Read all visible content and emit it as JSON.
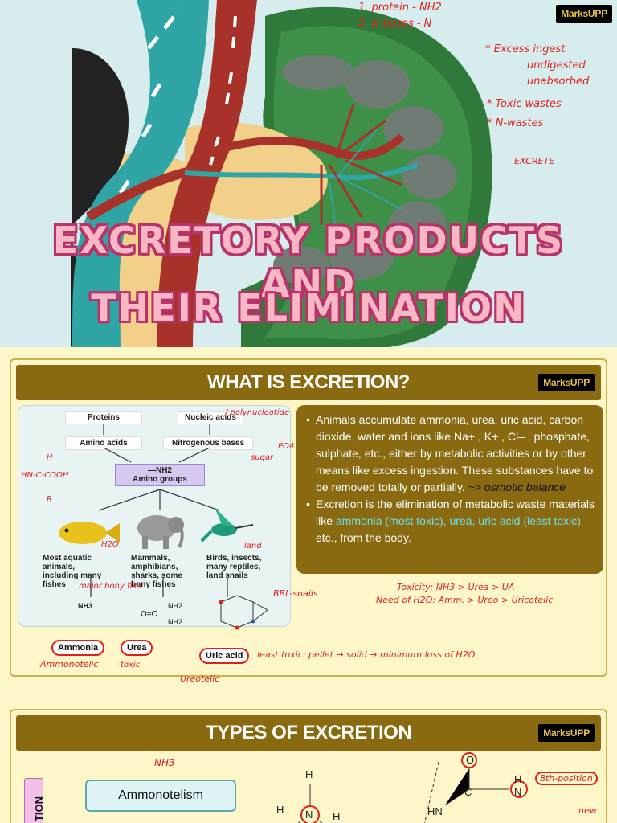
{
  "brand": {
    "logo_text": "MarksUPP"
  },
  "hero": {
    "title_line1": "EXCRETORY PRODUCTS AND",
    "title_line2": "THEIR ELIMINATION",
    "notes": {
      "n1": "1. protein - NH2",
      "n2": "2. N-bases - N",
      "n3": "* Excess ingest",
      "n4": "undigested",
      "n5": "unabsorbed",
      "n6": "* Toxic wastes",
      "n7": "* N-wastes",
      "n8": "EXCRETE"
    }
  },
  "slide1": {
    "header": "WHAT IS EXCRETION?",
    "diagram": {
      "proteins": "Proteins",
      "nucleic": "Nucleic acids",
      "amino": "Amino acids",
      "nitro": "Nitrogenous bases",
      "amino_groups_top": "—NH2",
      "amino_groups": "Amino groups",
      "fish_text": "Most aquatic animals, including many fishes",
      "elephant_text": "Mammals, amphibians, sharks, some bony fishes",
      "bird_text": "Birds, insects, many reptiles, land snails",
      "ammonia": "Ammonia",
      "urea": "Urea",
      "uric": "Uric acid",
      "nh3": "NH3"
    },
    "annotations": {
      "polynuc": "/ polynucleotide",
      "sugar": "sugar",
      "po4": "PO4",
      "cooh": "HN-C-COOH",
      "h": "H",
      "r": "R",
      "h2o": "H2O",
      "bony": "major bony fish",
      "land": "land",
      "bbl": "BBL-snails",
      "ammonotelic": "Ammonotelic",
      "toxic": "toxic",
      "ureotelic": "Ureotelic",
      "pellet": "least toxic: pellet → solid → minimum loss of H2O",
      "toxicity": "Toxicity: NH3 > Urea > UA",
      "need": "Need of H2O: Amm. > Ureo > Uricotelic"
    },
    "bullet1": "Animals accumulate ammonia, urea, uric acid, carbon dioxide, water and ions like Na+ , K+ , Cl– , phosphate, sulphate, etc., either by metabolic activities or by other means like excess ingestion. These substances have to be removed totally or partially.",
    "bullet1_note": "~> osmotic balance",
    "bullet2_pre": "Excretion is the elimination of metabolic waste materials like ",
    "bullet2_hl": "ammonia (most toxic), urea, uric acid (least toxic)",
    "bullet2_post": " etc., from the body."
  },
  "slide2": {
    "header": "TYPES OF EXCRETION",
    "side_tab": "TION",
    "ammono": "Ammonotelism",
    "nh3_note": "NH3",
    "pos_note": "8th-position",
    "new_note": "new",
    "atoms": {
      "h": "H",
      "n": "N",
      "o": "O",
      "c": "C",
      "hn": "HN"
    }
  },
  "colors": {
    "accent": "#8a6a10",
    "annotation": "#e0201f",
    "title_pink": "#f7b7c5"
  }
}
